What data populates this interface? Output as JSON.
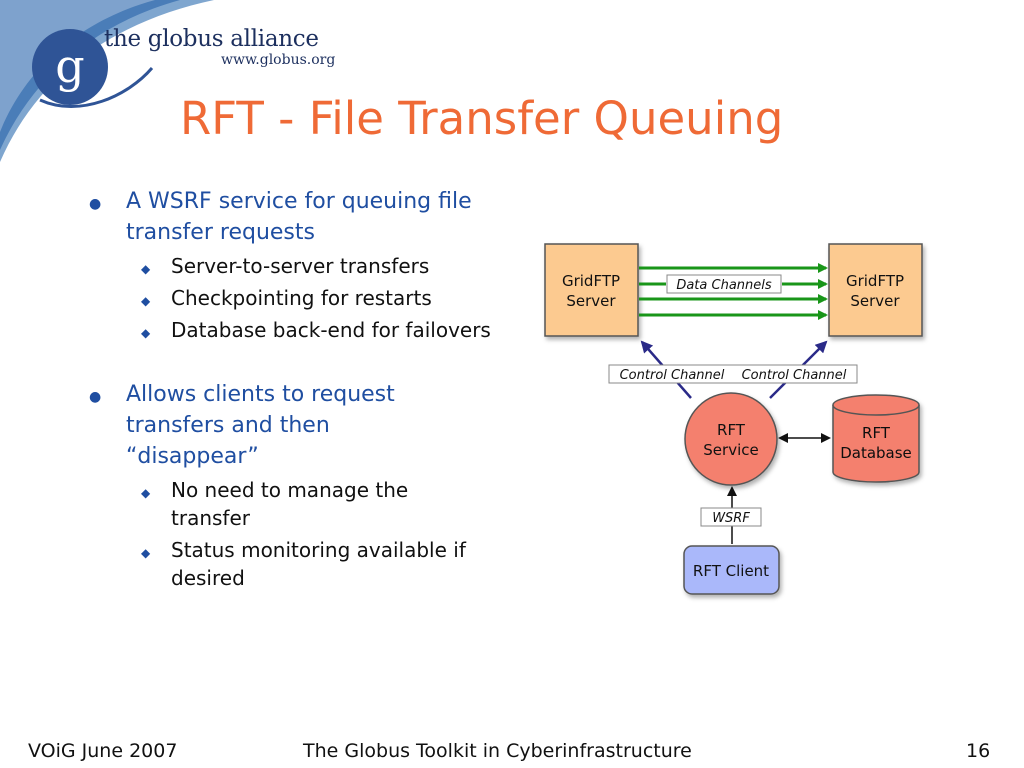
{
  "header": {
    "brand_name": "the globus alliance",
    "brand_url": "www.globus.org",
    "logo_letter": "g"
  },
  "slide": {
    "title": "RFT - File Transfer Queuing"
  },
  "bullets": [
    {
      "text": "A WSRF service for queuing file transfer requests",
      "subs": [
        "Server-to-server transfers",
        "Checkpointing for restarts",
        "Database back-end for failovers"
      ]
    },
    {
      "text": "Allows clients to request transfers and then “disappear”",
      "subs": [
        "No need to manage the transfer",
        "Status monitoring available if desired"
      ]
    }
  ],
  "diagram": {
    "gridftp_left": [
      "GridFTP",
      "Server"
    ],
    "gridftp_right": [
      "GridFTP",
      "Server"
    ],
    "data_channels": "Data Channels",
    "control_channel_left": "Control Channel",
    "control_channel_right": "Control Channel",
    "rft_service": [
      "RFT",
      "Service"
    ],
    "rft_database": [
      "RFT",
      "Database"
    ],
    "wsrf": "WSRF",
    "rft_client": "RFT Client",
    "colors": {
      "server_fill": "#fcca90",
      "service_fill": "#f4806e",
      "client_fill": "#aab8fa",
      "data_arrow": "#199619",
      "control_arrow": "#2a2a88"
    }
  },
  "footer": {
    "left": "VOiG June 2007",
    "center": "The Globus Toolkit in Cyberinfrastructure",
    "page": "16"
  },
  "colors": {
    "title": "#ef6a36",
    "bullet_text": "#1f4ea1",
    "brand": "#1c2f5e"
  }
}
